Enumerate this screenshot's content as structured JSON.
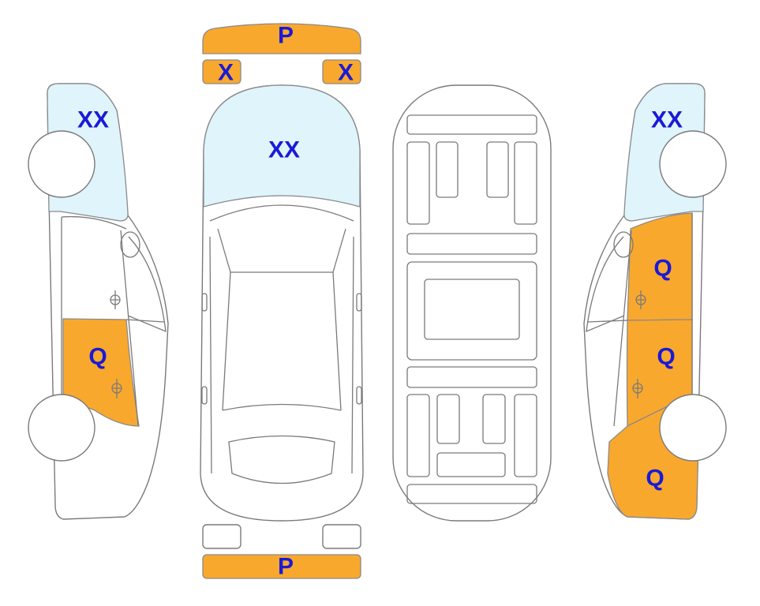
{
  "colors": {
    "damage_orange": "#f9a82e",
    "glass_blue": "#dff4fb",
    "label_blue": "#1a1ad6"
  },
  "labels": {
    "front_bumper": "P",
    "front_left_light": "X",
    "front_right_light": "X",
    "windshield": "XX",
    "rear_bumper": "P",
    "left_front_window": "XX",
    "left_rear_door": "Q",
    "right_rear_window": "XX",
    "right_front_door": "Q",
    "right_rear_door": "Q",
    "right_rear_quarter": "Q"
  }
}
